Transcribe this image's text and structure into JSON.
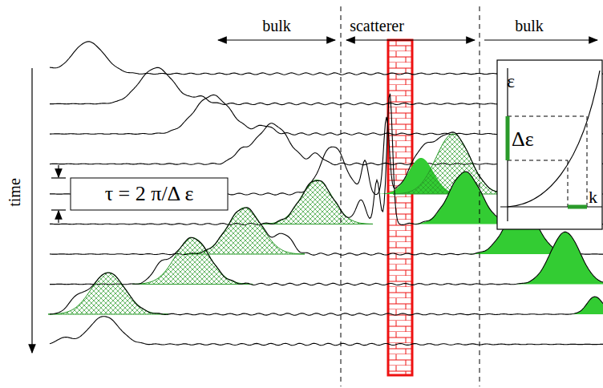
{
  "diagram": {
    "nodes": [
      {
        "text": [
          "τ = 2 π/Δ ε"
        ]
      },
      {
        "text": [
          "ε",
          "Δε",
          "k"
        ]
      }
    ],
    "labels": [
      "bulk",
      "scatterer",
      "bulk",
      "time"
    ]
  }
}
